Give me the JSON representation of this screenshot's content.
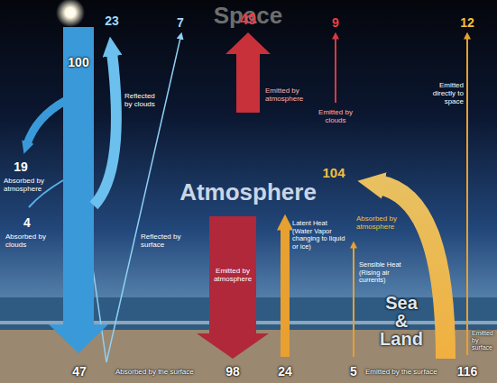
{
  "diagram": {
    "labels": [
      "Space",
      "100",
      "23",
      "7",
      "49",
      "9",
      "12",
      "Reflected by clouds",
      "Emitted by atmosphere",
      "Emitted directly to space",
      "Emitted by clouds",
      "19",
      "Absorbed by atmosphere",
      "104",
      "Atmosphere",
      "Absorbed by atmosphere",
      "4",
      "Absorbed by clouds",
      "Latent Heat (Water Vapor changing to liquid or ice)",
      "Reflected by surface",
      "Emitted by atmosphere",
      "Sensible Heat (Rising air currents)",
      "Sea & Land",
      "Emitted by surface",
      "47",
      "Absorbed by the surface",
      "98",
      "24",
      "5",
      "Emitted by the surface",
      "116"
    ]
  }
}
